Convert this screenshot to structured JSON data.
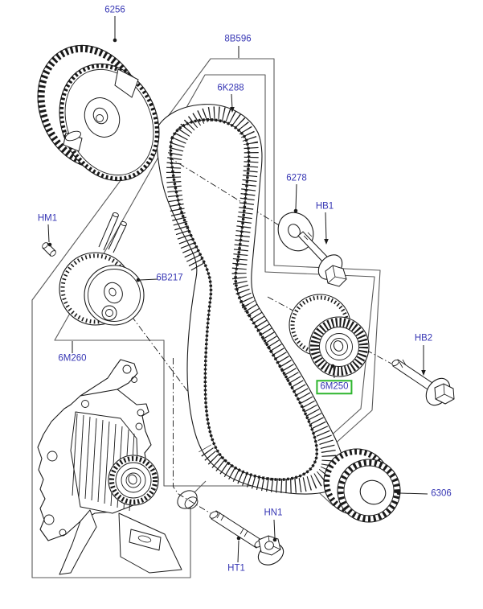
{
  "diagram": {
    "type": "exploded-parts-illustration",
    "subject": "timing belt, tensioner, pulleys and water pump",
    "highlighted_part": "6M250",
    "colors": {
      "label_text": "#3636B4",
      "highlight_border": "#2DB52D",
      "part_line": "#1A1A1A",
      "kit_box_line": "#5A5A5A",
      "background": "#FFFFFF"
    },
    "labels": [
      {
        "code": "6256"
      },
      {
        "code": "8B596"
      },
      {
        "code": "6K288"
      },
      {
        "code": "6278"
      },
      {
        "code": "HB1"
      },
      {
        "code": "HM1"
      },
      {
        "code": "6B217"
      },
      {
        "code": "6M260"
      },
      {
        "code": "6M250"
      },
      {
        "code": "HB2"
      },
      {
        "code": "6306"
      },
      {
        "code": "HN1"
      },
      {
        "code": "HT1"
      }
    ]
  }
}
